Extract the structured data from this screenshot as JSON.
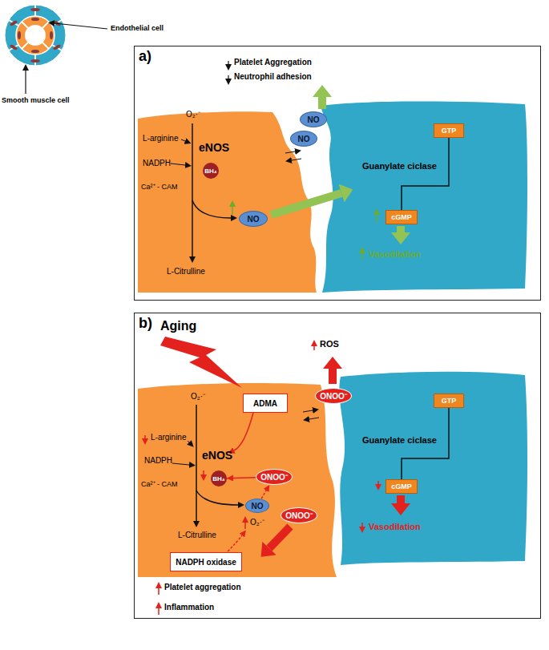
{
  "diagram": {
    "nodes": [
      {
        "text": [
          "a)"
        ]
      },
      {
        "text": [
          "BH₄"
        ],
        "in": 0
      },
      {
        "text": [
          "NO"
        ],
        "in": 0
      },
      {
        "text": [
          "NO"
        ],
        "in": 0
      },
      {
        "text": [
          "NO"
        ],
        "in": 0
      },
      {
        "text": [
          "GTP"
        ],
        "in": 0
      },
      {
        "text": [
          "cGMP"
        ],
        "in": 0
      },
      {
        "text": [
          "b)"
        ]
      },
      {
        "text": [
          "ADMA"
        ],
        "in": 7
      },
      {
        "text": [
          "BH₄"
        ],
        "in": 7
      },
      {
        "text": [
          "ONOO⁻"
        ],
        "in": 7
      },
      {
        "text": [
          "NO"
        ],
        "in": 7
      },
      {
        "text": [
          "NADPH oxidase"
        ],
        "in": 7
      },
      {
        "text": [
          "ONOO⁻"
        ],
        "in": 7
      },
      {
        "text": [
          "ONOO⁻"
        ],
        "in": 7
      },
      {
        "text": [
          "GTP"
        ],
        "in": 7
      },
      {
        "text": [
          "cGMP"
        ],
        "in": 7
      }
    ],
    "edges": [
      {
        "from": 5,
        "to": 6,
        "arrow": "none"
      },
      {
        "from": 15,
        "to": 16,
        "arrow": "none"
      },
      {
        "from": 11,
        "to": 10,
        "arrow": "to"
      },
      {
        "from": 10,
        "to": 9,
        "arrow": "to"
      }
    ],
    "labels": [
      "Endothelial cell",
      "Smooth muscle cell",
      "Platelet Aggregation",
      "Neutrophil adhesion",
      "O₂·⁻",
      "L-arginine",
      "NADPH",
      "Ca²⁺ - CAM",
      "eNOS",
      "L-Citrulline",
      "Guanylate ciclase",
      "Vasodilation",
      "Aging",
      "ROS",
      "O₂·⁻",
      "L-arginine",
      "NADPH",
      "Ca²⁺ - CAM",
      "eNOS",
      "L-Citrulline",
      "O₂·⁻",
      "Guanylate ciclase",
      "Vasodilation",
      "Platelet aggregation",
      "Inflammation"
    ]
  }
}
